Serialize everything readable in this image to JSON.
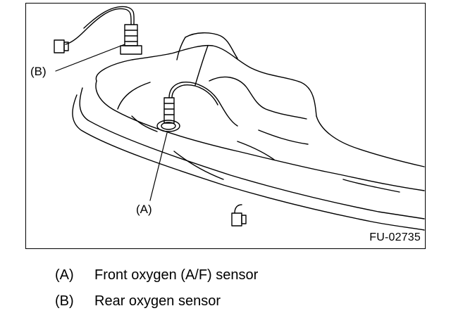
{
  "figure": {
    "id_label": "FU-02735",
    "callouts": {
      "a": "(A)",
      "b": "(B)"
    }
  },
  "legend": [
    {
      "key": "(A)",
      "text": "Front oxygen (A/F) sensor"
    },
    {
      "key": "(B)",
      "text": "Rear oxygen sensor"
    }
  ],
  "icons": [
    "front-oxygen-sensor-icon",
    "rear-oxygen-sensor-icon",
    "sensor-connector-icon",
    "exhaust-pipe-icon"
  ]
}
